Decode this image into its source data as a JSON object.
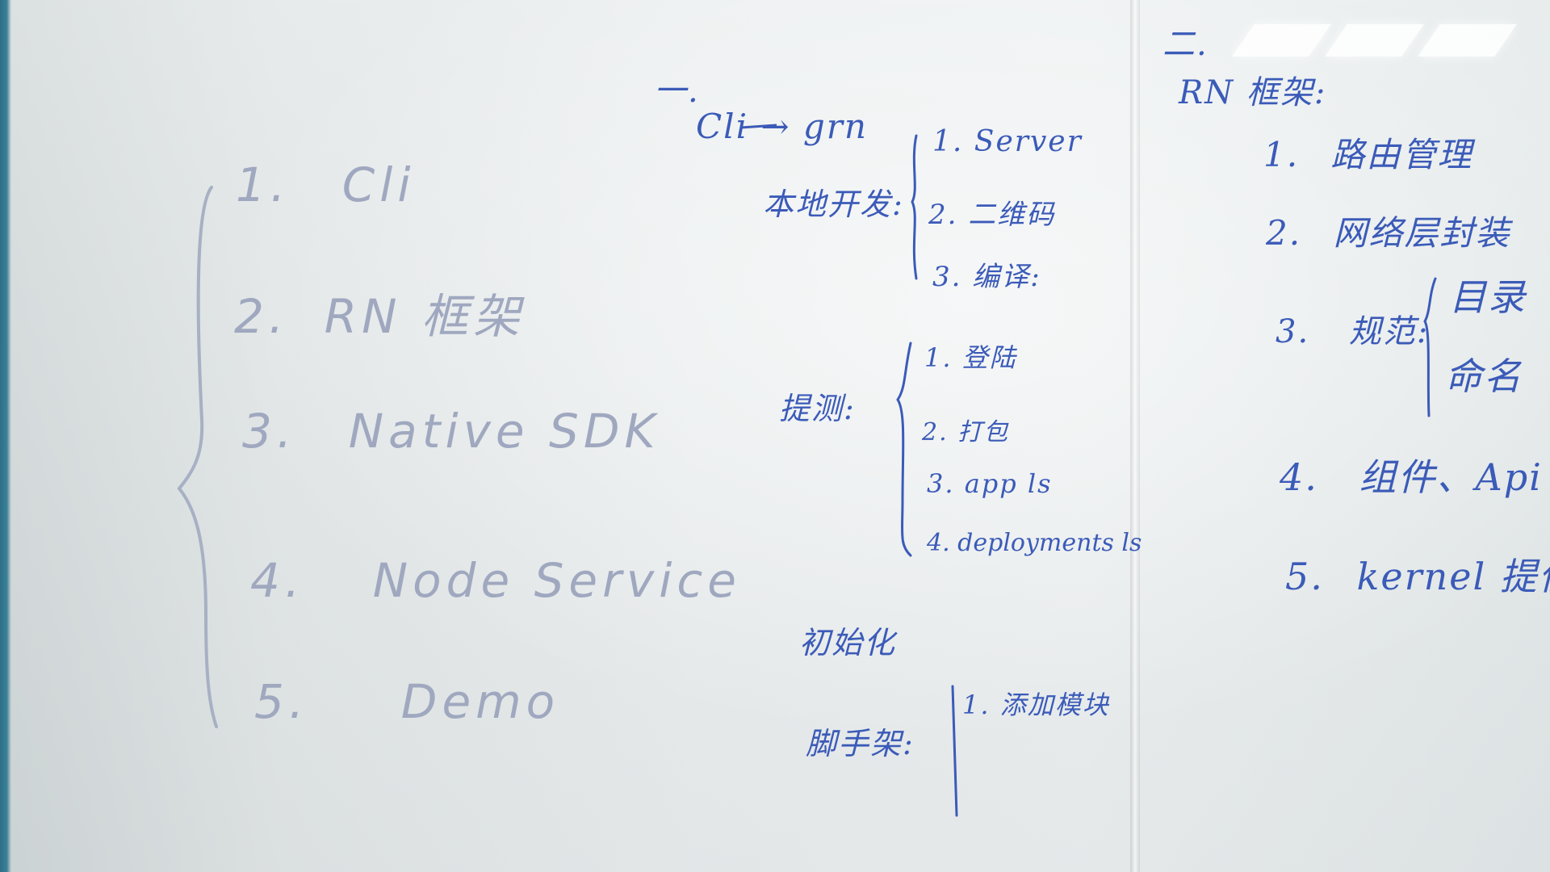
{
  "whiteboard": {
    "left_list": [
      {
        "num": "1.",
        "text": "Cli"
      },
      {
        "num": "2.",
        "text": "RN 框架"
      },
      {
        "num": "3.",
        "text": "Native SDK"
      },
      {
        "num": "4.",
        "text": "Node Service"
      },
      {
        "num": "5.",
        "text": "Demo"
      }
    ],
    "middle": {
      "section_mark": "一.",
      "cli_line": "Cli → grn",
      "local_label": "本地开发:",
      "local_items": [
        "1. Server",
        "2. 二维码",
        "3. 编译:"
      ],
      "upload_label": "提测:",
      "upload_items": [
        "1. 登陆",
        "2. 打包",
        "3. app ls",
        "4. deployments ls"
      ],
      "init_label": "初始化",
      "scaffold_label": "脚手架:",
      "scaffold_items": [
        "1. 添加模块"
      ]
    },
    "right": {
      "section_mark": "二.",
      "heading": "RN 框架:",
      "items": [
        {
          "num": "1.",
          "text": "路由管理"
        },
        {
          "num": "2.",
          "text": "网络层封装"
        },
        {
          "num": "3.",
          "text": "规范:"
        },
        {
          "num": "4.",
          "text": "组件、Api"
        },
        {
          "num": "5.",
          "text": "kernel 提供"
        }
      ],
      "spec_subitems": [
        "目录",
        "命名"
      ]
    },
    "ink_colors": {
      "fresh": "#3b5bb8",
      "faded": "#9fa8bf",
      "board": "#e7ebec"
    }
  }
}
